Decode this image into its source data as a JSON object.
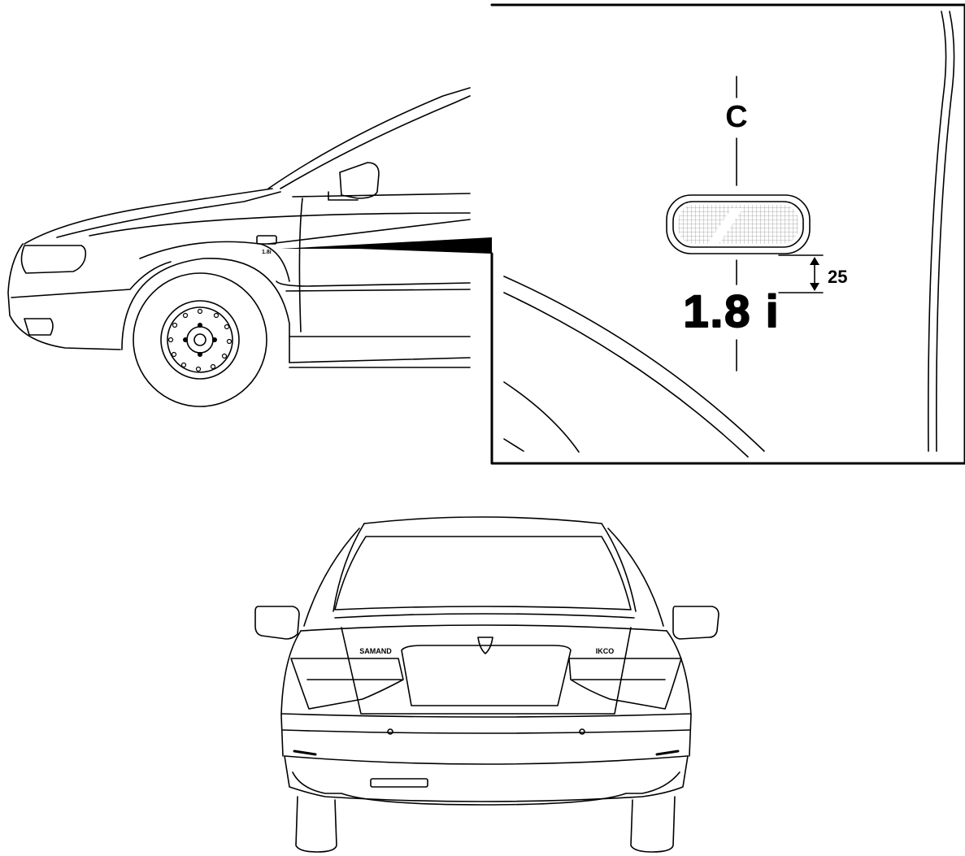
{
  "detail_view": {
    "section_marker": "C",
    "badge_text": "1.8 i",
    "dimension_value": "25"
  },
  "side_view": {
    "fender_badge_small": "1.8i"
  },
  "rear_view": {
    "left_emblem_text": "SAMAND",
    "right_emblem_text": "IKCO"
  },
  "colors": {
    "line": "#000000",
    "background": "#ffffff",
    "light_hatch": "#cccccc"
  }
}
